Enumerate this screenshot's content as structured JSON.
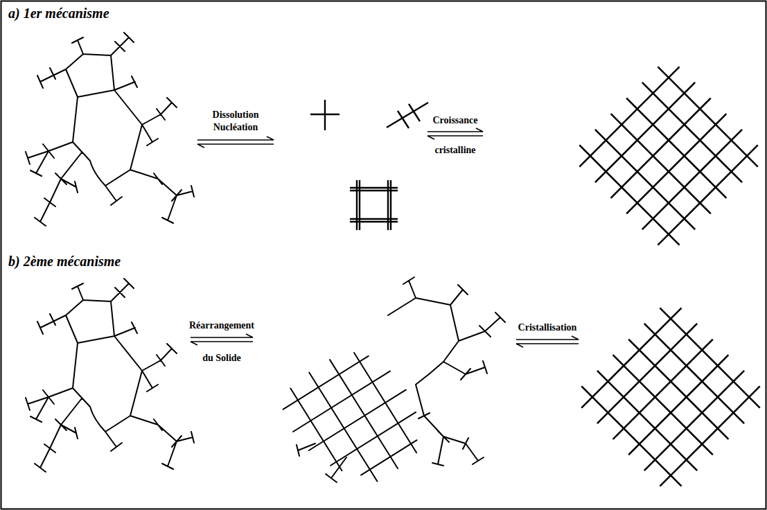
{
  "diagram": {
    "labels": [
      "a) 1er mécanisme",
      "Dissolution Nucléation",
      "Croissance",
      "cristalline",
      "b) 2ème mécanisme",
      "Réarrangement",
      "du Solide",
      "Cristallisation"
    ]
  }
}
